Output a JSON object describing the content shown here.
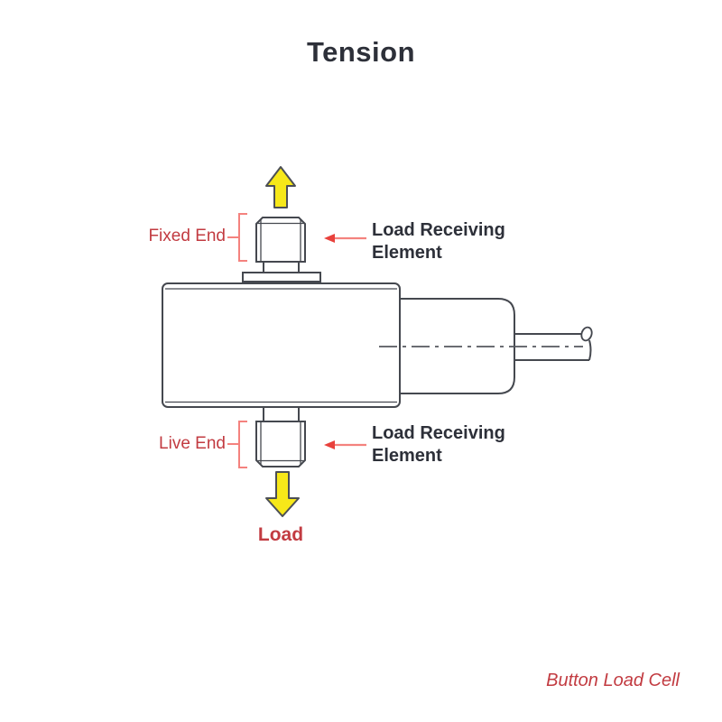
{
  "page": {
    "title": "Tension",
    "caption": "Button Load Cell"
  },
  "diagram": {
    "labels": {
      "fixed_end": "Fixed End",
      "live_end": "Live End",
      "load_receiving_top": "Load Receiving Element",
      "load_receiving_bottom": "Load Receiving Element",
      "load": "Load"
    },
    "icons": {
      "up_arrow": "tension-direction-up-arrow",
      "down_arrow": "load-direction-down-arrow",
      "pointer_arrows": "red-pointer-arrow-left"
    },
    "colors": {
      "text_dark": "#2d3039",
      "red_text": "#c23b41",
      "bracket_salmon": "#f4827e",
      "arrowhead_red": "#e8413c",
      "arrow_yellow": "#f7e819",
      "outline_gray": "#45484f"
    }
  }
}
